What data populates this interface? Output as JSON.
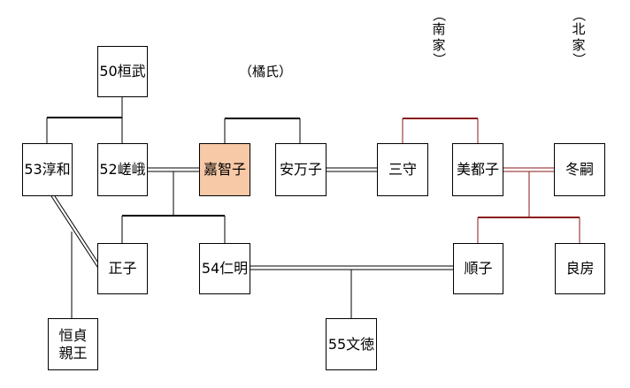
{
  "persons": {
    "kanmu": "50桓武",
    "junna": "53淳和",
    "saga": "52嵯峨",
    "kachiko": "嘉智子",
    "yasumaroko": "安万子",
    "mimori": "三守",
    "mitsuko": "美都子",
    "fuyutsugu": "冬嗣",
    "masako": "正子",
    "ninmyo": "54仁明",
    "junko": "順子",
    "yoshifusa": "良房",
    "montoku": "55文徳",
    "tsunesada_line1": "恒貞",
    "tsunesada_line2": "親王"
  },
  "labels": {
    "tachibana": "（橘氏）",
    "nanke": [
      "（",
      "南",
      "家",
      "）"
    ],
    "hokke": [
      "（",
      "北",
      "家",
      "）"
    ]
  },
  "colors": {
    "line_black": "#000000",
    "line_red": "#8b1a1a",
    "highlight_fill": "#f8c9a7"
  }
}
